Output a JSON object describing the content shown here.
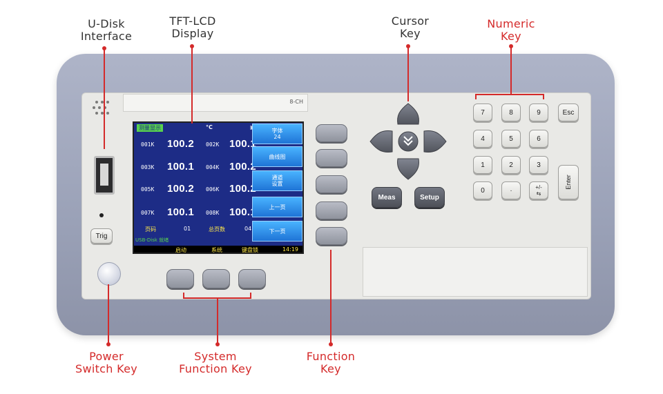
{
  "callouts": {
    "udisk": [
      "U-Disk",
      "Interface"
    ],
    "tft": [
      "TFT-LCD",
      "Display"
    ],
    "cursor": [
      "Cursor",
      "Key"
    ],
    "numeric": [
      "Numeric",
      "Key"
    ],
    "power": [
      "Power",
      "Switch Key"
    ],
    "sysfunc": [
      "System",
      "Function Key"
    ],
    "function": [
      "Function",
      "Key"
    ]
  },
  "device": {
    "model_strip": "8-CH",
    "trig_label": "Trig",
    "meas_label": "Meas",
    "setup_label": "Setup"
  },
  "lcd": {
    "title": "测量显示",
    "unit": "°C",
    "channels": [
      {
        "id": "001K",
        "value": "100.2"
      },
      {
        "id": "002K",
        "value": "100.1"
      },
      {
        "id": "003K",
        "value": "100.1"
      },
      {
        "id": "004K",
        "value": "100.2"
      },
      {
        "id": "005K",
        "value": "100.2"
      },
      {
        "id": "006K",
        "value": "100.2"
      },
      {
        "id": "007K",
        "value": "100.1"
      },
      {
        "id": "008K",
        "value": "100.1"
      }
    ],
    "side_buttons": [
      "字体\n24",
      "曲线图",
      "通道\n设置",
      "上一页",
      "下一页"
    ],
    "page_label": "页码",
    "page_value": "01",
    "total_label": "总页数",
    "total_value": "04",
    "usb_status": "USB-Disk 就绪",
    "status_items": [
      "启动",
      "系统",
      "键盘锁"
    ],
    "time": "14:19"
  },
  "numeric_keys": {
    "row1": [
      "7",
      "8",
      "9",
      "Esc"
    ],
    "row2": [
      "4",
      "5",
      "6"
    ],
    "row3": [
      "1",
      "2",
      "3"
    ],
    "row4": [
      "0",
      "·",
      "+/-"
    ],
    "enter": "Enter"
  },
  "colors": {
    "callout_red": "#d42a2a",
    "frame": "#9aa1b7",
    "lcd_bg": "#1d2c86",
    "lcd_button": "#2f8ff0"
  }
}
